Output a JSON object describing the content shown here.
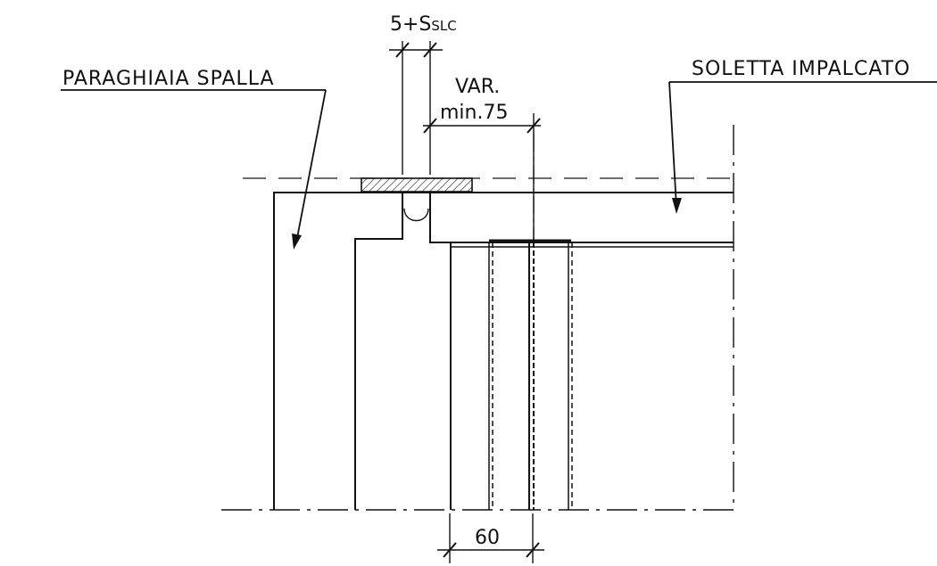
{
  "labels": {
    "paraghiaia": "PARAGHIAIA SPALLA",
    "soletta": "SOLETTA IMPALCATO",
    "gap_main": "5+S",
    "gap_sub": "SLC",
    "var_line1": "VAR.",
    "var_line2": "min.75",
    "dim_60": "60"
  }
}
